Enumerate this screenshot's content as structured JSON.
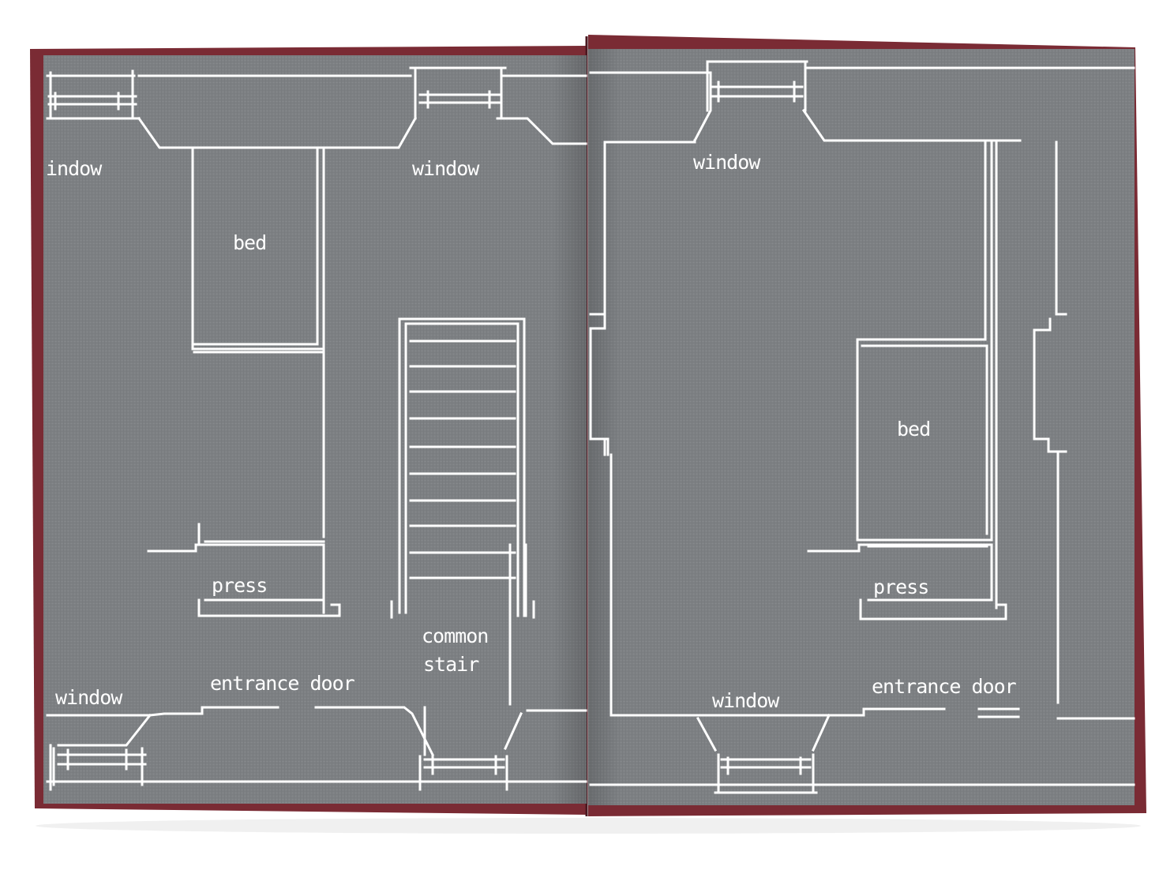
{
  "colors": {
    "cover": "#7a2b34",
    "cover_dark": "#5c1f27",
    "paper": "#7d8083",
    "line": "#ffffff",
    "background": "#ffffff"
  },
  "left_page": {
    "labels": {
      "window_top_left": "indow",
      "window_top_center": "window",
      "bed": "bed",
      "press": "press",
      "common": "common",
      "stair": "stair",
      "entrance_door": "entrance door",
      "window_bottom_left": "window"
    }
  },
  "right_page": {
    "labels": {
      "window_top": "window",
      "bed": "bed",
      "press": "press",
      "window_bottom": "window",
      "entrance_door": "entrance door"
    }
  }
}
